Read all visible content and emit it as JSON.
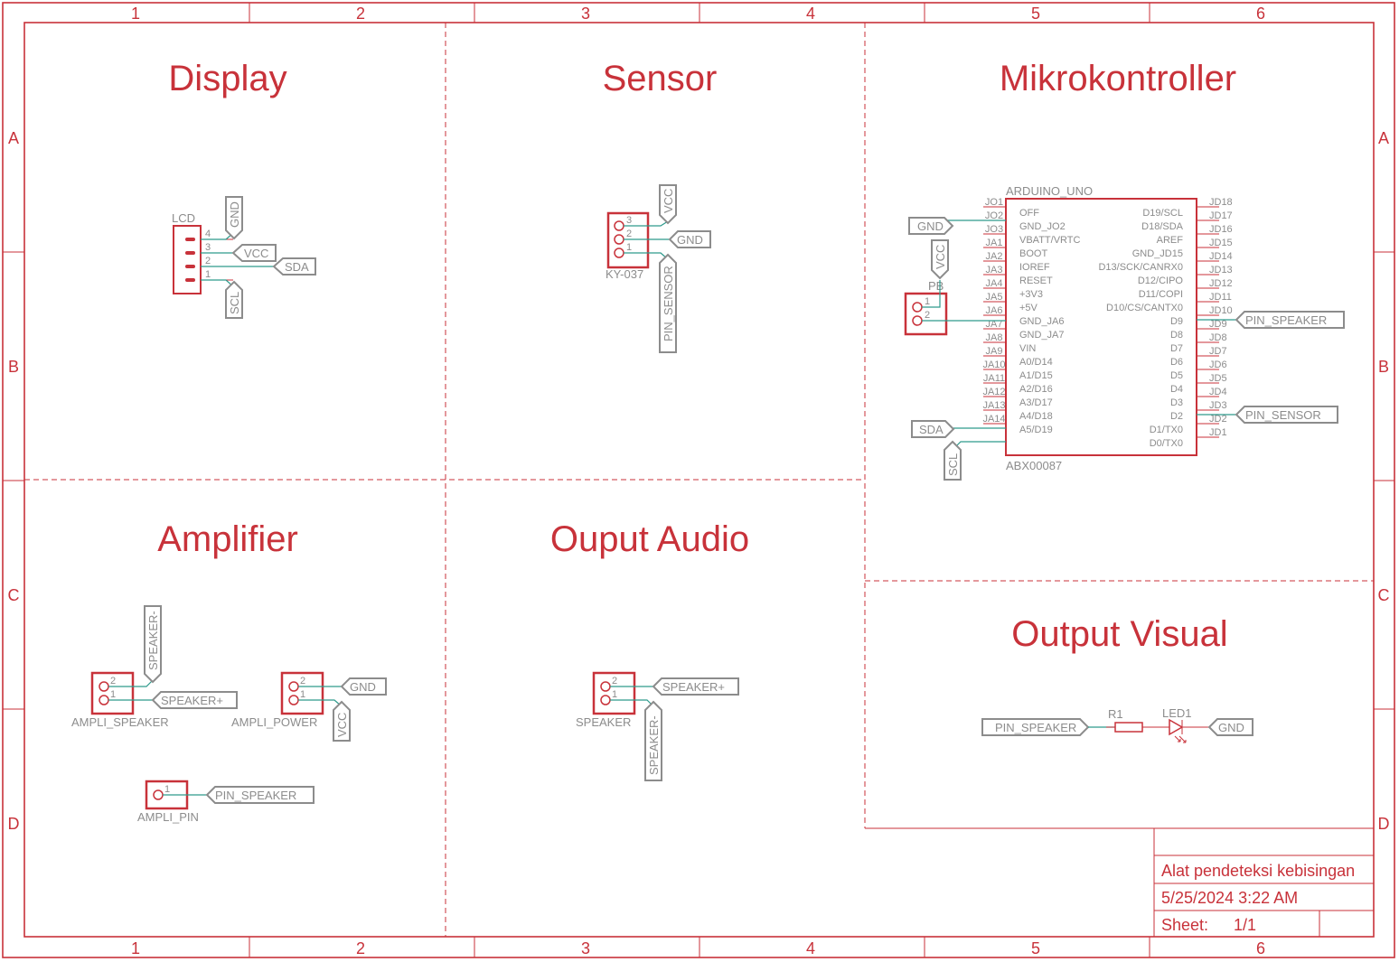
{
  "zones": {
    "columns": [
      "1",
      "2",
      "3",
      "4",
      "5",
      "6"
    ],
    "rows": [
      "A",
      "B",
      "C",
      "D"
    ]
  },
  "sections": {
    "display": "Display",
    "sensor": "Sensor",
    "mikrokontroller": "Mikrokontroller",
    "amplifier": "Amplifier",
    "ouput_audio": "Ouput Audio",
    "output_visual": "Output Visual"
  },
  "lcd": {
    "name": "LCD",
    "pins": [
      "4",
      "3",
      "2",
      "1"
    ],
    "labels": {
      "gnd": "GND",
      "vcc": "VCC",
      "sda": "SDA",
      "scl": "SCL"
    }
  },
  "sensor": {
    "name": "KY-037",
    "pins": [
      "3",
      "2",
      "1"
    ],
    "labels": {
      "vcc": "VCC",
      "gnd": "GND",
      "pin_sensor": "PIN_SENSOR"
    }
  },
  "arduino": {
    "name": "ARDUINO_UNO",
    "value": "ABX00087",
    "left_pins": [
      "JO1",
      "JO2",
      "JO3",
      "JA1",
      "JA2",
      "JA3",
      "JA4",
      "JA5",
      "JA6",
      "JA7",
      "JA8",
      "JA9",
      "JA10",
      "JA11",
      "JA12",
      "JA13",
      "JA14"
    ],
    "left_names": [
      "OFF",
      "GND_JO2",
      "VBATT/VRTC",
      "BOOT",
      "IOREF",
      "RESET",
      "+3V3",
      "+5V",
      "GND_JA6",
      "GND_JA7",
      "VIN",
      "A0/D14",
      "A1/D15",
      "A2/D16",
      "A3/D17",
      "A4/D18",
      "A5/D19"
    ],
    "right_pins": [
      "JD18",
      "JD17",
      "JD16",
      "JD15",
      "JD14",
      "JD13",
      "JD12",
      "JD11",
      "JD10",
      "JD9",
      "JD8",
      "JD7",
      "JD6",
      "JD5",
      "JD4",
      "JD3",
      "JD2",
      "JD1"
    ],
    "right_names": [
      "D19/SCL",
      "D18/SDA",
      "AREF",
      "GND_JD15",
      "D13/SCK/CANRX0",
      "D12/CIPO",
      "D11/COPI",
      "D10/CS/CANTX0",
      "D9",
      "D8",
      "D7",
      "D6",
      "D5",
      "D4",
      "D3",
      "D2",
      "D1/TX0",
      "D0/TX0"
    ],
    "labels": {
      "gnd": "GND",
      "vcc": "VCC",
      "sda": "SDA",
      "scl": "SCL",
      "pin_speaker": "PIN_SPEAKER",
      "pin_sensor": "PIN_SENSOR"
    }
  },
  "power_connector": {
    "name": "PB",
    "pins": [
      "1",
      "2"
    ]
  },
  "amplifier": {
    "ampli_speaker": {
      "name": "AMPLI_SPEAKER",
      "pins": [
        "2",
        "1"
      ],
      "labels": {
        "minus": "SPEAKER-",
        "plus": "SPEAKER+"
      }
    },
    "ampli_power": {
      "name": "AMPLI_POWER",
      "pins": [
        "2",
        "1"
      ],
      "labels": {
        "gnd": "GND",
        "vcc": "VCC"
      }
    },
    "ampli_pin": {
      "name": "AMPLI_PIN",
      "pins": [
        "1"
      ],
      "labels": {
        "pin_speaker": "PIN_SPEAKER"
      }
    }
  },
  "speaker": {
    "name": "SPEAKER",
    "pins": [
      "2",
      "1"
    ],
    "labels": {
      "plus": "SPEAKER+",
      "minus": "SPEAKER-"
    }
  },
  "output_visual": {
    "resistor": "R1",
    "led": "LED1",
    "labels": {
      "pin_speaker": "PIN_SPEAKER",
      "gnd": "GND"
    }
  },
  "title_block": {
    "title": "Alat pendeteksi kebisingan",
    "date": "5/25/2024 3:22 AM",
    "sheet_label": "Sheet:",
    "sheet_value": "1/1"
  },
  "colors": {
    "frame": "#c8323a",
    "wire": "#2e9a8c",
    "label": "#8c8c8c"
  }
}
